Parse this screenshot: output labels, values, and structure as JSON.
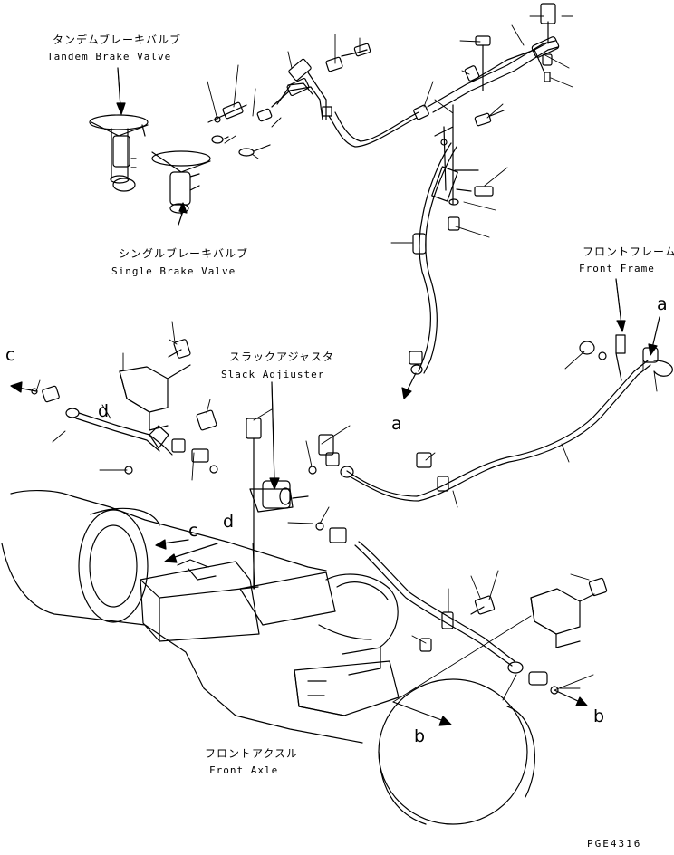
{
  "labels": {
    "tandem_brake_valve": {
      "jp": "タンデムブレーキバルブ",
      "en": "Tandem Brake Valve"
    },
    "single_brake_valve": {
      "jp": "シングルブレーキバルブ",
      "en": "Single Brake Valve"
    },
    "front_frame": {
      "jp": "フロントフレーム",
      "en": "Front Frame"
    },
    "slack_adjuster": {
      "jp": "スラックアジャスタ",
      "en": "Slack Adjiuster"
    },
    "front_axle": {
      "jp": "フロントアクスル",
      "en": "Front Axle"
    }
  },
  "callouts": {
    "a": "a",
    "b": "b",
    "c": "c",
    "d": "d"
  },
  "drawing_code": "PGE4316"
}
